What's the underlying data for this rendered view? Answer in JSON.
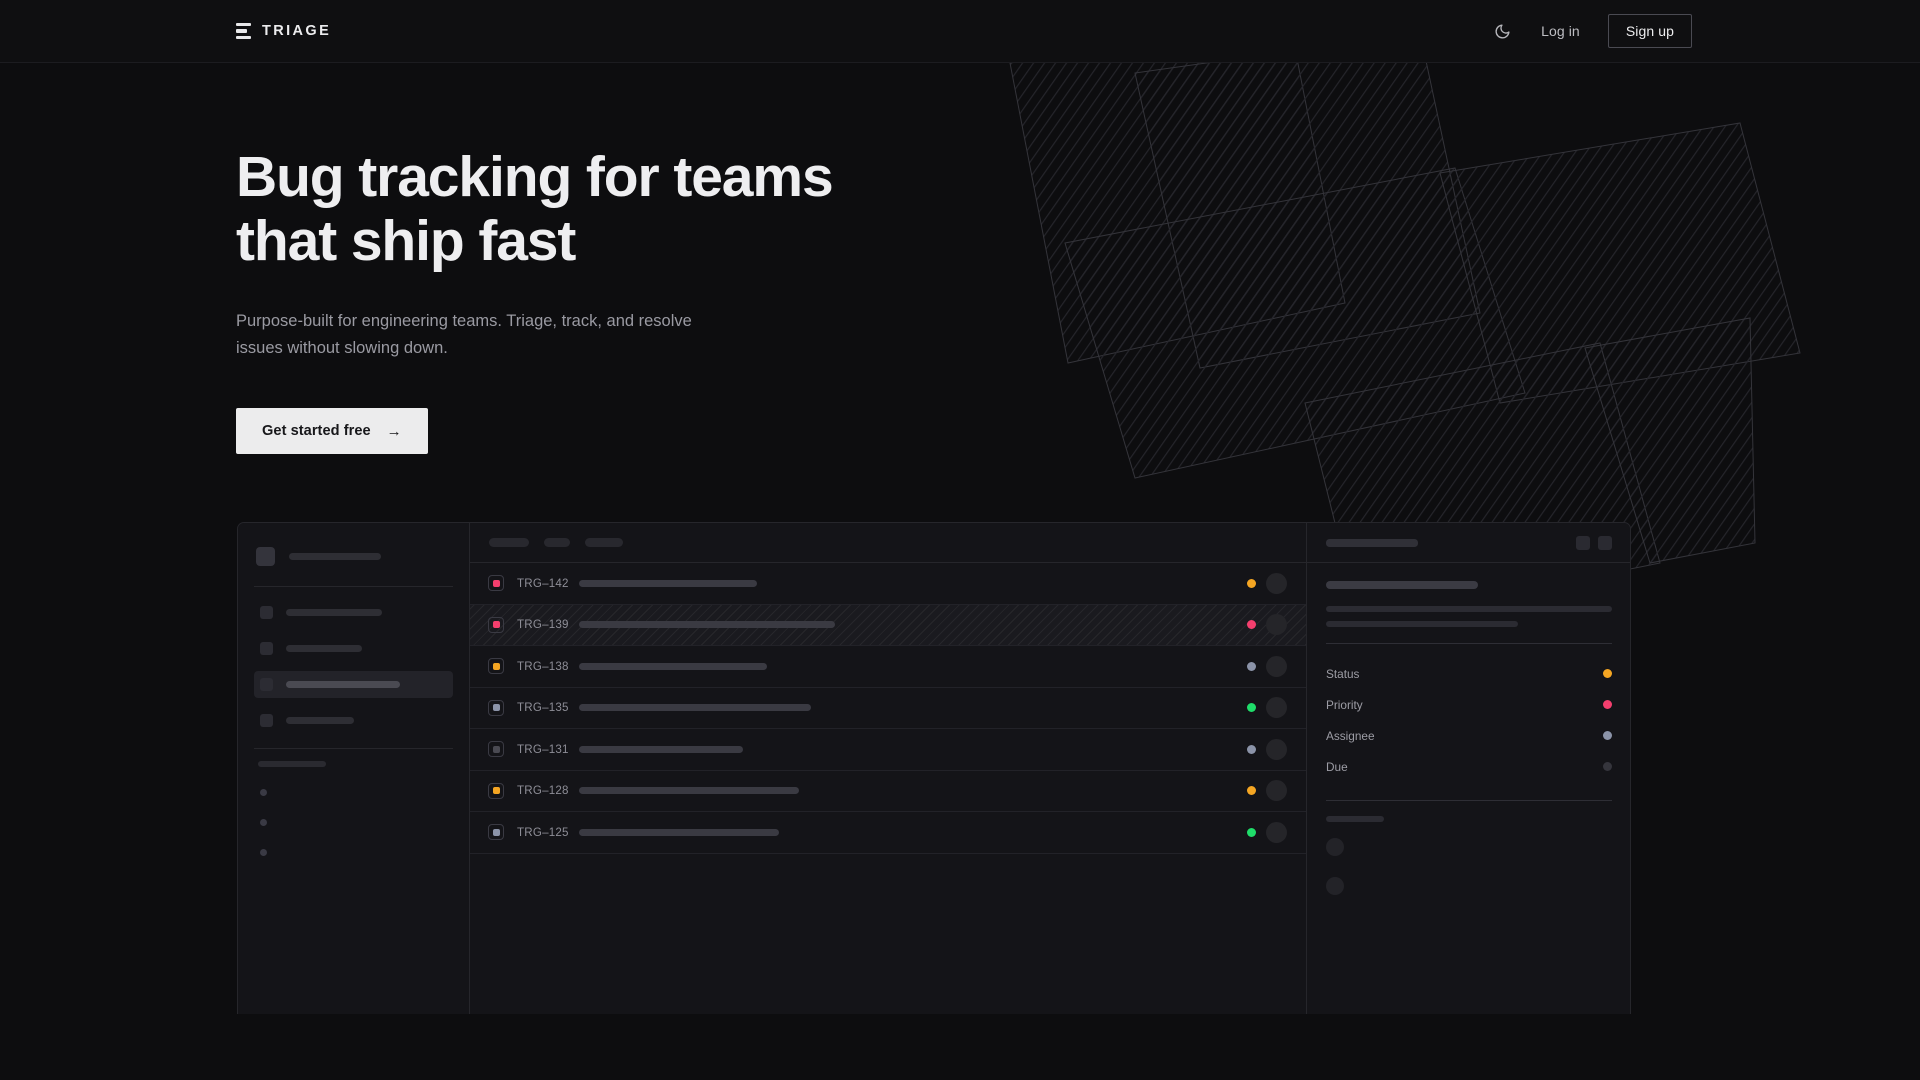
{
  "nav": {
    "brand": "TRIAGE",
    "brand_icon": "stacked-bars-logo-icon",
    "theme_toggle_icon": "moon-icon",
    "login_label": "Log in",
    "signup_label": "Sign up"
  },
  "hero": {
    "heading_line1": "Bug tracking for teams",
    "heading_line2": "that ship fast",
    "subtitle": "Purpose-built for engineering teams. Triage, track, and resolve issues without slowing down.",
    "cta_label": "Get started free",
    "cta_arrow": "→"
  },
  "colors": {
    "page_bg": "#0d0d0f",
    "panel_bg": "#141418",
    "border": "#26262b",
    "accent_orange": "#f5a623",
    "accent_pink": "#f43f6e",
    "accent_green": "#1fdd6a",
    "accent_slate": "#8b93a8",
    "accent_muted": "#3a3a42",
    "cta_bg": "#ececed",
    "text_primary": "#eeeef0",
    "text_muted": "#9a9aa2"
  },
  "mockup": {
    "sidebar": {
      "workspace_width": 108,
      "nav_items": [
        {
          "width": 96,
          "active": false
        },
        {
          "width": 76,
          "active": false
        },
        {
          "width": 114,
          "active": true
        },
        {
          "width": 68,
          "active": false
        }
      ],
      "sub_items": [
        {},
        {},
        {}
      ]
    },
    "list": {
      "filter_chips": [
        40,
        26,
        38
      ],
      "rows": [
        {
          "id": "TRG–142",
          "badge": "#f43f6e",
          "skeleton_width": 178,
          "status": "#f5a623",
          "selected": false
        },
        {
          "id": "TRG–139",
          "badge": "#f43f6e",
          "skeleton_width": 256,
          "status": "#f43f6e",
          "selected": true
        },
        {
          "id": "TRG–138",
          "badge": "#f5a623",
          "skeleton_width": 188,
          "status": "#8b93a8",
          "selected": false
        },
        {
          "id": "TRG–135",
          "badge": "#8b93a8",
          "skeleton_width": 232,
          "status": "#1fdd6a",
          "selected": false
        },
        {
          "id": "TRG–131",
          "badge": "#4a4a52",
          "skeleton_width": 164,
          "status": "#8b93a8",
          "selected": false
        },
        {
          "id": "TRG–128",
          "badge": "#f5a623",
          "skeleton_width": 220,
          "status": "#f5a623",
          "selected": false
        },
        {
          "id": "TRG–125",
          "badge": "#8b93a8",
          "skeleton_width": 200,
          "status": "#1fdd6a",
          "selected": false
        }
      ]
    },
    "detail": {
      "header_actions": [
        "icon-button-1",
        "icon-button-2"
      ],
      "body_lines": [
        286,
        192
      ],
      "properties": [
        {
          "label": "Status",
          "color": "#f5a623"
        },
        {
          "label": "Priority",
          "color": "#f43f6e"
        },
        {
          "label": "Assignee",
          "color": "#8b93a8"
        },
        {
          "label": "Due",
          "color": "#35353c"
        }
      ],
      "comments": [
        {},
        {}
      ]
    }
  }
}
